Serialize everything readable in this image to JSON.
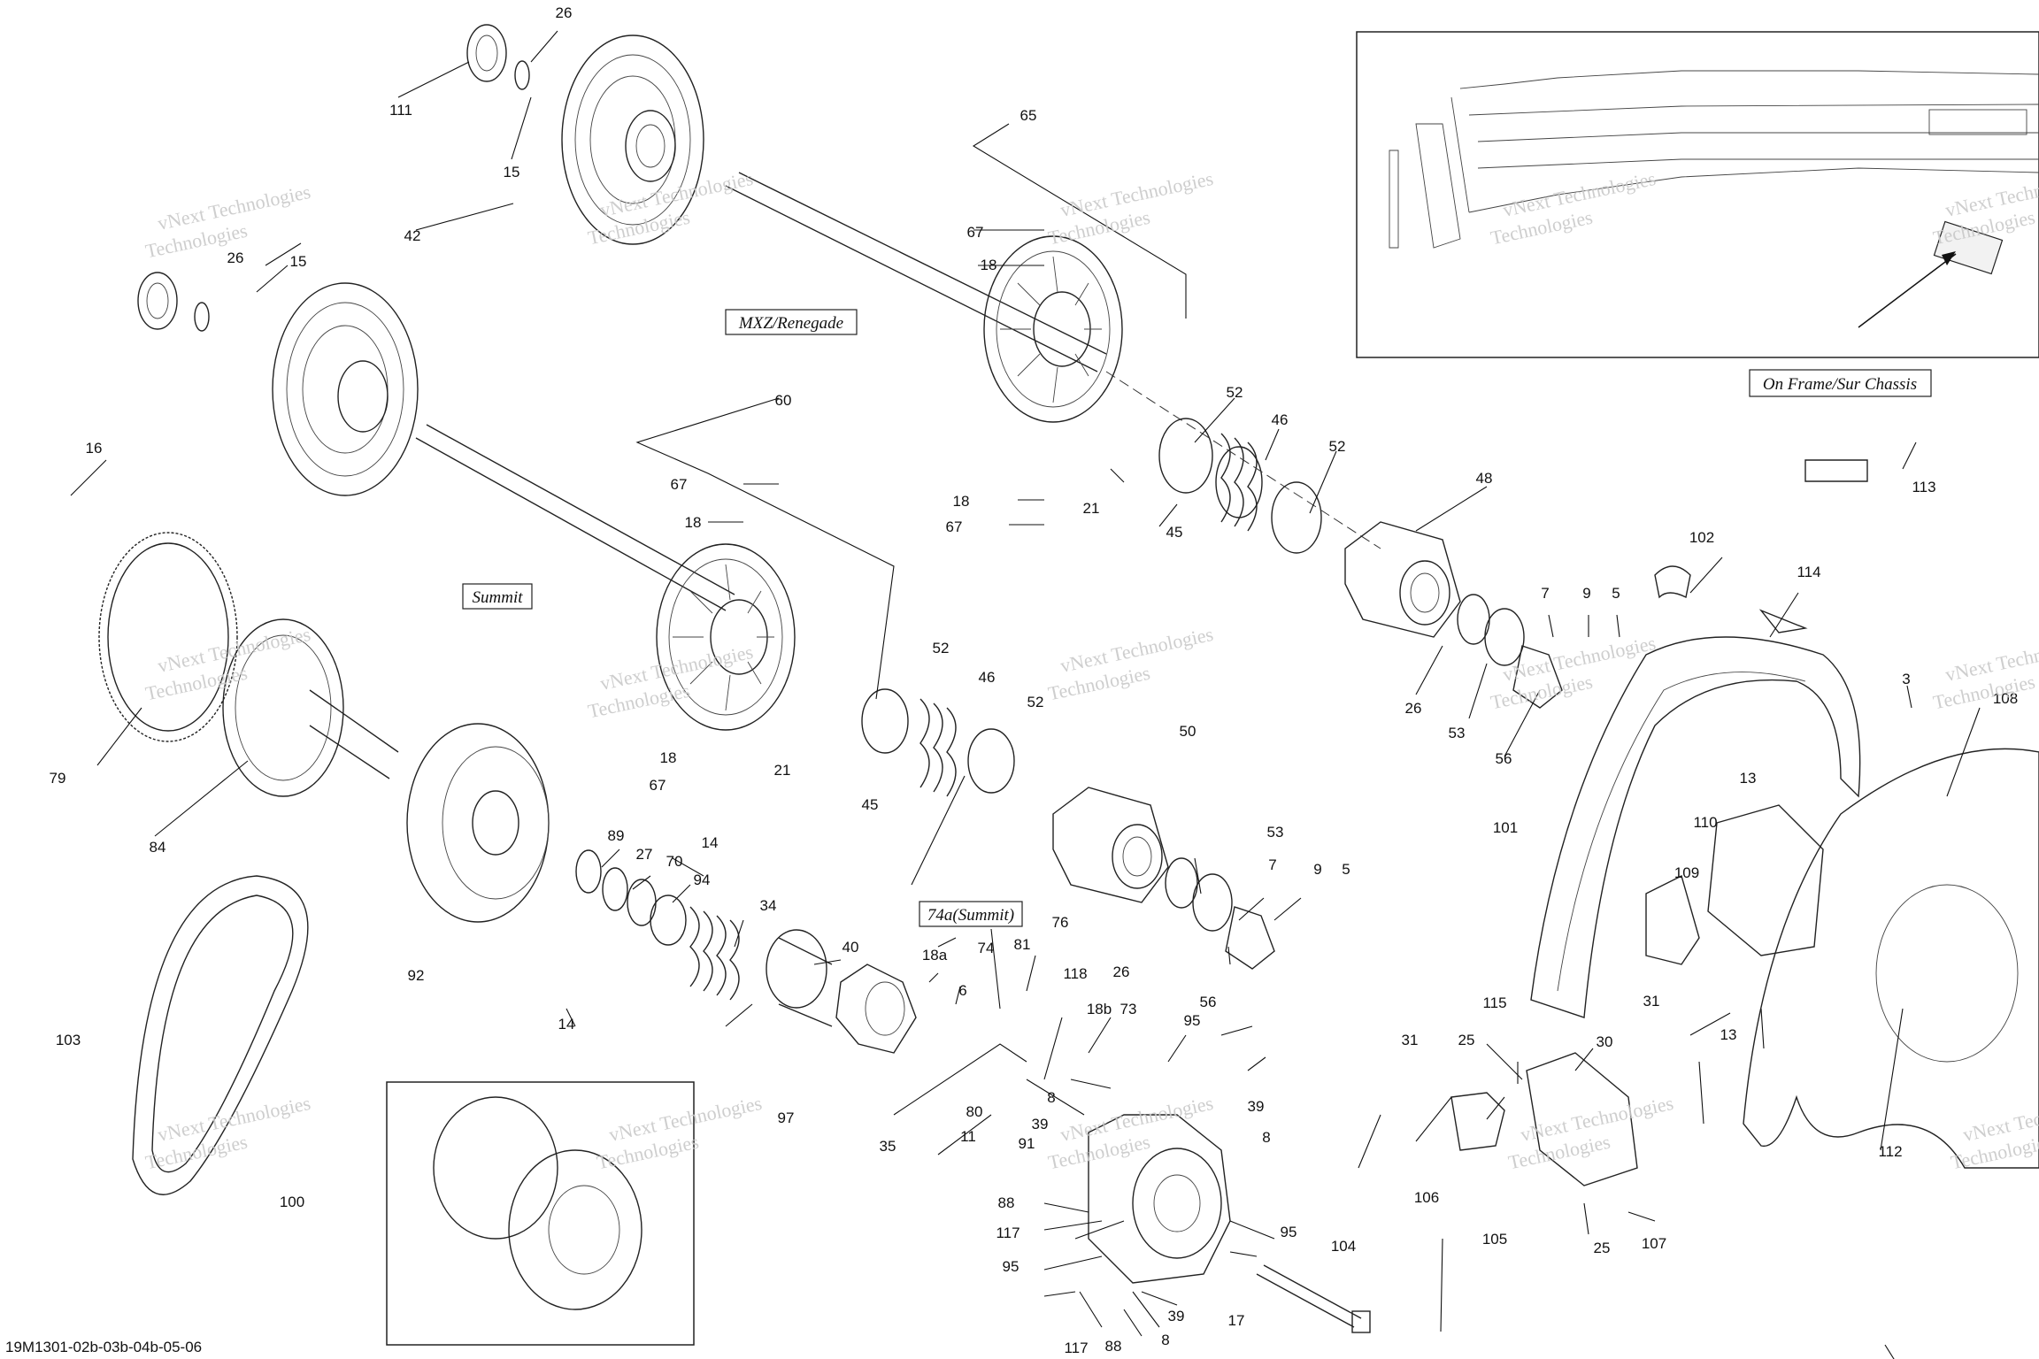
{
  "diagram_id": "19M1301-02b-03b-04b-05-06",
  "box_labels": {
    "mxz": "MXZ/Renegade",
    "summit": "Summit",
    "summit74a": "74a(Summit)",
    "frame": "On Frame/Sur Chassis"
  },
  "watermark": {
    "line1": "vNext Technologies",
    "line2": "Technologies"
  },
  "callouts": [
    "111",
    "26",
    "15",
    "42",
    "26",
    "15",
    "16",
    "79",
    "84",
    "65",
    "67",
    "18",
    "60",
    "67",
    "18",
    "52",
    "46",
    "52",
    "21",
    "45",
    "18",
    "67",
    "52",
    "46",
    "52",
    "21",
    "45",
    "18",
    "67",
    "48",
    "7",
    "9",
    "5",
    "26",
    "53",
    "56",
    "102",
    "114",
    "3",
    "108",
    "14",
    "89",
    "27",
    "70",
    "94",
    "34",
    "40",
    "92",
    "14",
    "50",
    "53",
    "7",
    "9",
    "5",
    "26",
    "56",
    "13",
    "110",
    "109",
    "101",
    "31",
    "13",
    "103",
    "74",
    "81",
    "76",
    "18a",
    "6",
    "118",
    "18b",
    "73",
    "95",
    "97",
    "80",
    "35",
    "11",
    "8",
    "39",
    "39",
    "91",
    "8",
    "88",
    "95",
    "117",
    "95",
    "104",
    "17",
    "117",
    "88",
    "39",
    "8",
    "100",
    "115",
    "25",
    "30",
    "31",
    "106",
    "105",
    "25",
    "107",
    "112",
    "113"
  ]
}
